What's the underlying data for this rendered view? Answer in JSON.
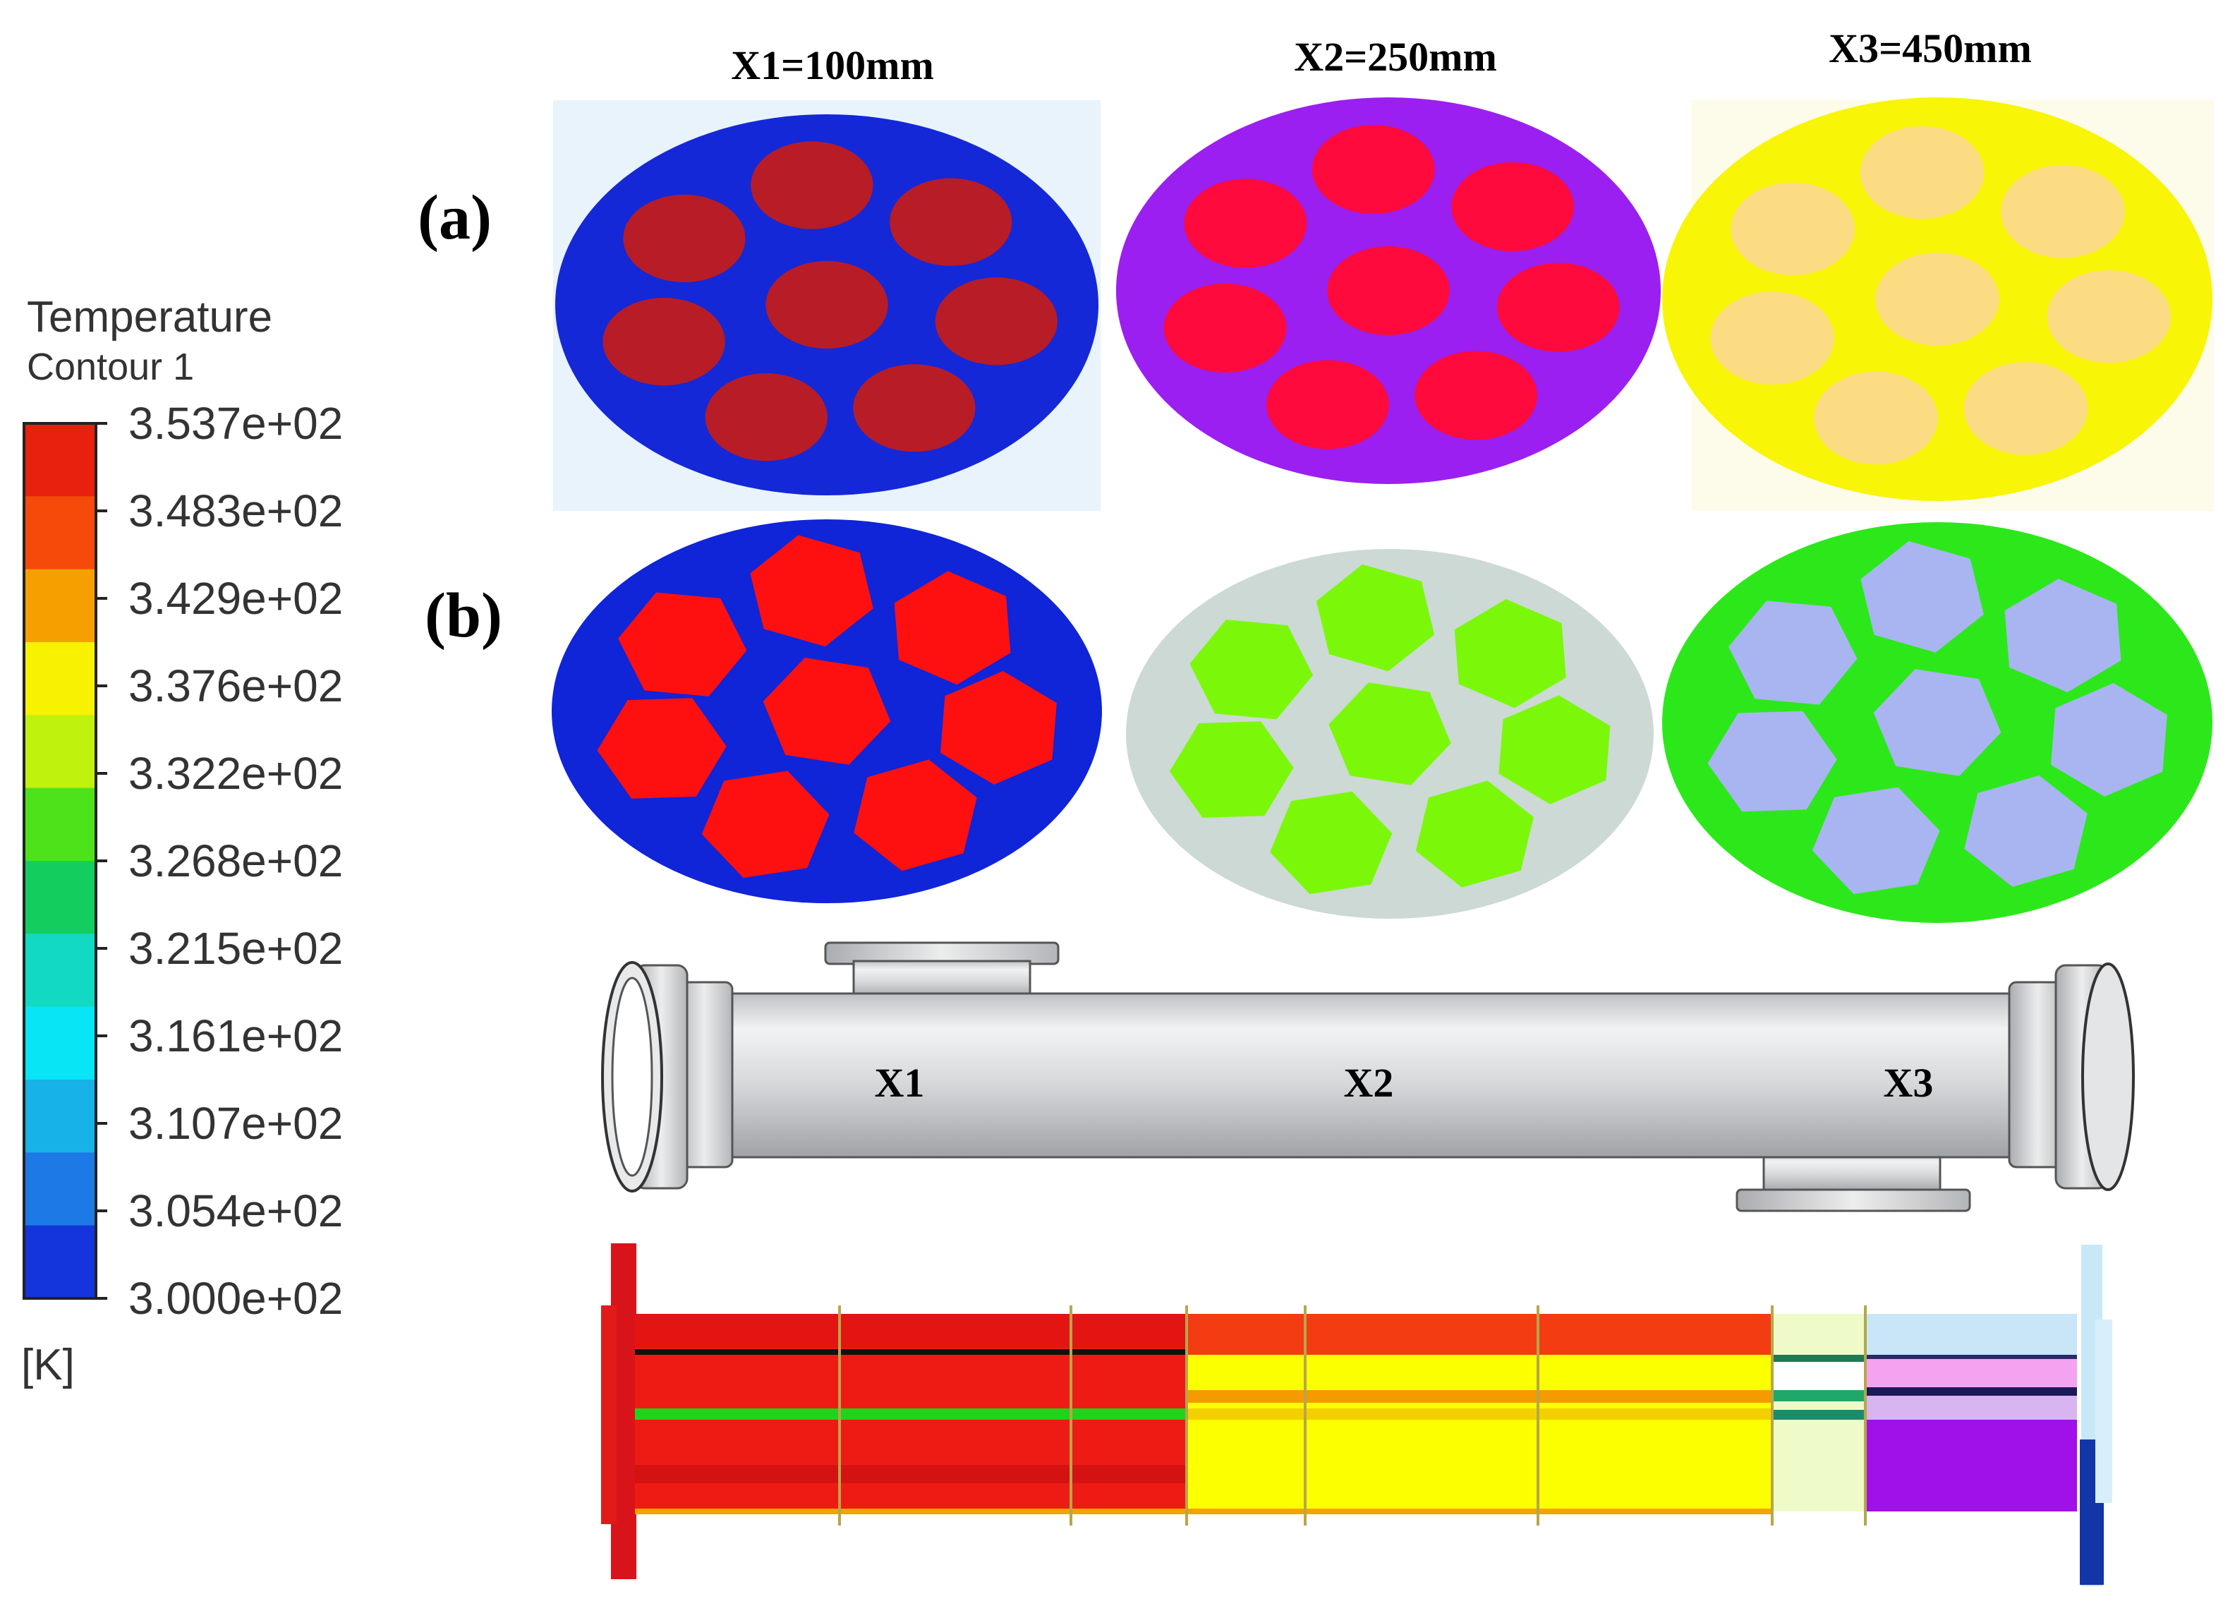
{
  "legend": {
    "title_line1": "Temperature",
    "title_line2": "Contour 1",
    "unit": "[K]",
    "ticks": [
      "3.537e+02",
      "3.483e+02",
      "3.429e+02",
      "3.376e+02",
      "3.322e+02",
      "3.268e+02",
      "3.215e+02",
      "3.161e+02",
      "3.107e+02",
      "3.054e+02",
      "3.000e+02"
    ],
    "band_colors": [
      "#e8200e",
      "#f54a0a",
      "#f5a000",
      "#f7f200",
      "#bff20c",
      "#4ce31b",
      "#13ce5f",
      "#12d9c2",
      "#08e6f5",
      "#16b2e8",
      "#1d79e6",
      "#1434dc"
    ]
  },
  "columns": [
    {
      "label": "X1=100mm"
    },
    {
      "label": "X2=250mm"
    },
    {
      "label": "X3=450mm"
    }
  ],
  "rows": [
    {
      "label": "(a)",
      "shape": "circle"
    },
    {
      "label": "(b)",
      "shape": "hexagon"
    }
  ],
  "sections": {
    "a": [
      {
        "bg": "#e9f3fb",
        "shell": "#1428d8",
        "tubes": "#b81c26"
      },
      {
        "bg": "#ffffff",
        "shell": "#9b1ff0",
        "tubes": "#ff0a3c"
      },
      {
        "bg": "#fdfbe9",
        "shell": "#f8f506",
        "tubes": "#fbdc82"
      }
    ],
    "b": [
      {
        "bg": "#ffffff",
        "shell": "#1024d8",
        "tubes": "#ff1010"
      },
      {
        "bg": "#ffffff",
        "shell": "#ccd9d4",
        "tubes": "#7bf80a"
      },
      {
        "bg": "#ffffff",
        "shell": "#2ce81a",
        "tubes": "#a8b5f0"
      }
    ]
  },
  "exchanger": {
    "markers": [
      "X1",
      "X2",
      "X3"
    ],
    "body_color": "#d2d3d5"
  }
}
